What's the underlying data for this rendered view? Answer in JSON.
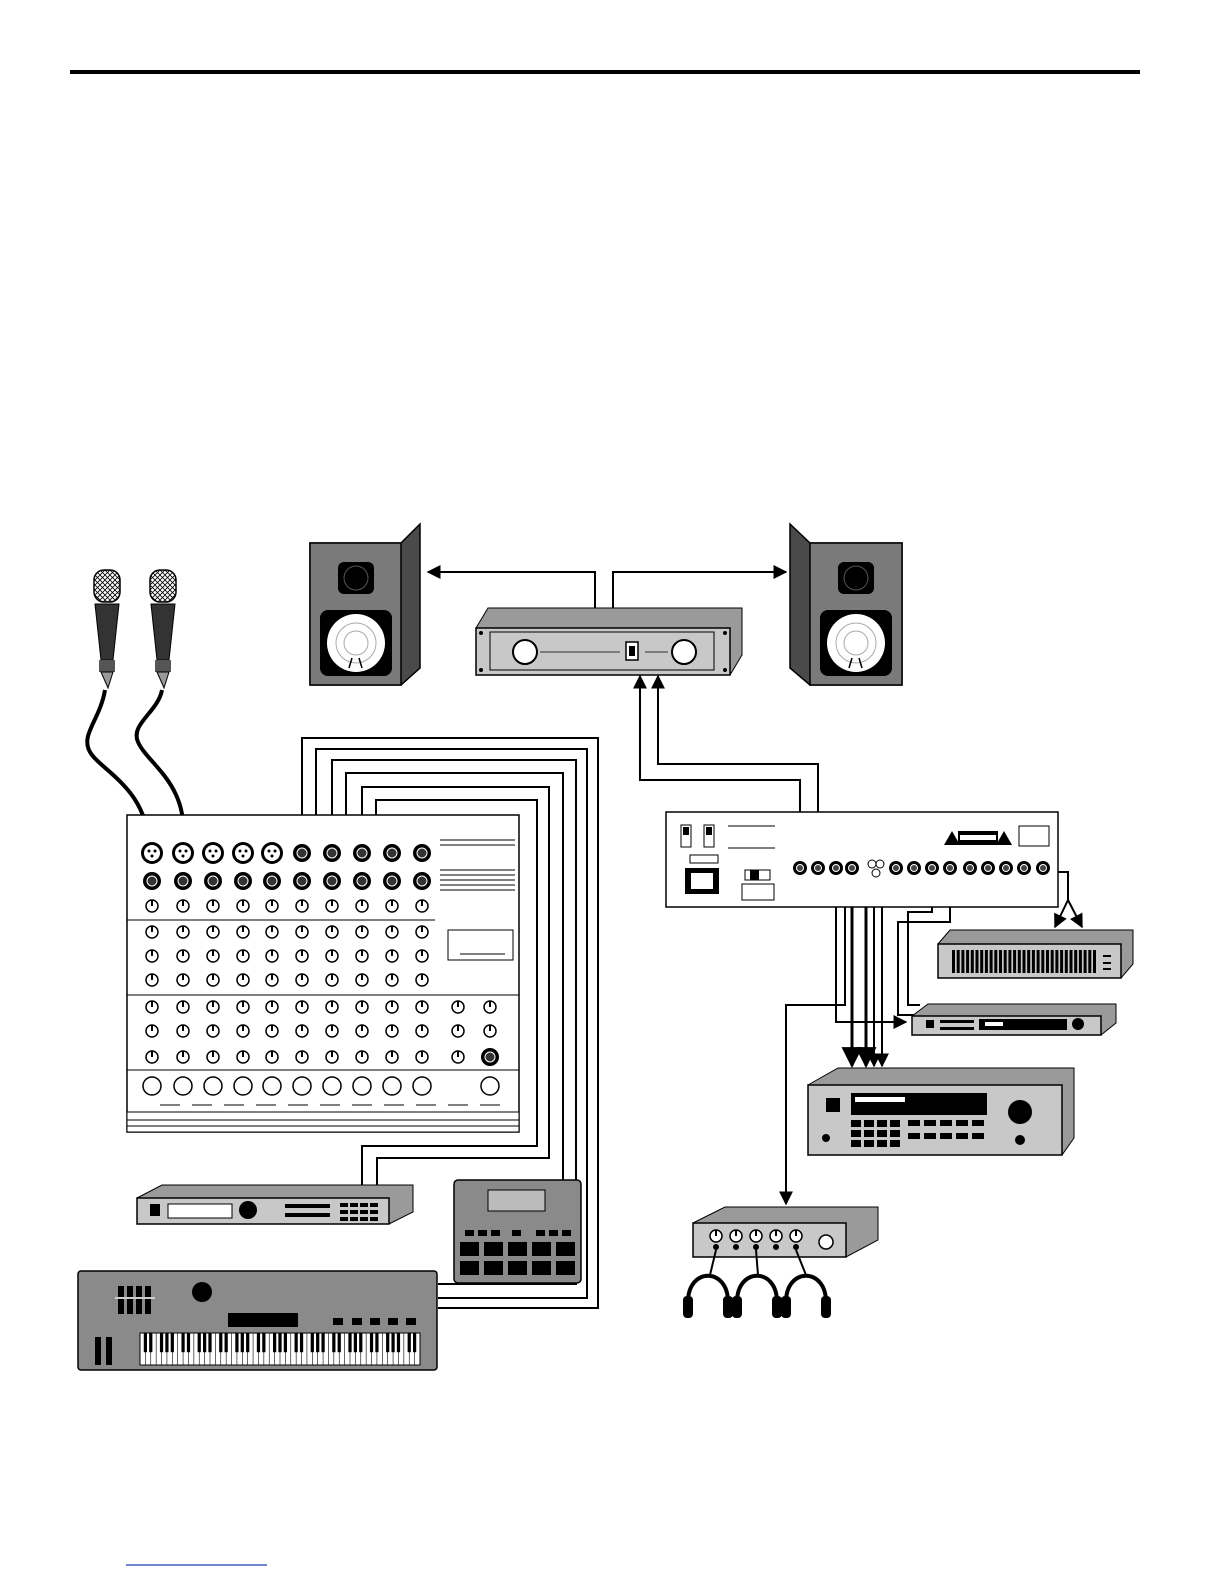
{
  "page": {
    "background": "#ffffff",
    "rule_color": "#000000",
    "footnote_rule_color": "#1a3fa8"
  },
  "palette": {
    "device_fill": "#c8c8c8",
    "device_dark": "#7c7c7c",
    "speaker_cabinet": "#787878",
    "speaker_cabinet_side": "#4a4a4a",
    "line": "#000000"
  },
  "devices": [
    {
      "id": "microphone",
      "icon": "microphone-icon",
      "count": 2
    },
    {
      "id": "studio-monitor",
      "icon": "speaker-icon",
      "count": 2
    },
    {
      "id": "power-amplifier",
      "icon": "amplifier-icon",
      "count": 1
    },
    {
      "id": "mixing-console",
      "icon": "mixer-icon",
      "count": 1
    },
    {
      "id": "synth-module",
      "icon": "rack-module-icon",
      "count": 1
    },
    {
      "id": "drum-machine",
      "icon": "drum-machine-icon",
      "count": 1
    },
    {
      "id": "keyboard-synthesizer",
      "icon": "keyboard-icon",
      "count": 1
    },
    {
      "id": "audio-interface",
      "icon": "rack-interface-icon",
      "count": 1
    },
    {
      "id": "graphic-equalizer",
      "icon": "equalizer-icon",
      "count": 1
    },
    {
      "id": "effects-processor",
      "icon": "effects-unit-icon",
      "count": 1
    },
    {
      "id": "digital-recorder",
      "icon": "recorder-icon",
      "count": 1
    },
    {
      "id": "headphone-amplifier",
      "icon": "headphone-amp-icon",
      "count": 1
    },
    {
      "id": "headphones",
      "icon": "headphones-icon",
      "count": 3
    }
  ]
}
